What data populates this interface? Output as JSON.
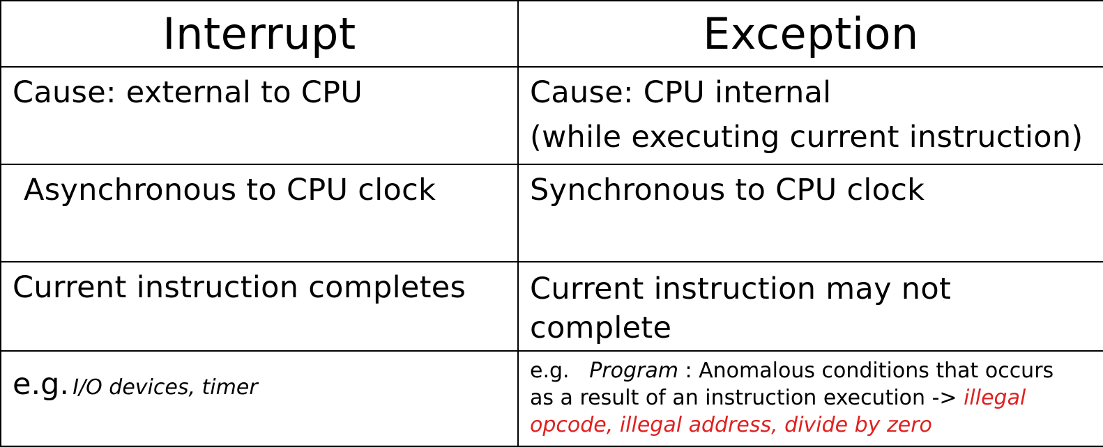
{
  "table": {
    "headers": {
      "interrupt": "Interrupt",
      "exception": "Exception"
    },
    "cause": {
      "interrupt": "Cause:  external  to CPU",
      "exception_line1": "Cause:  CPU internal",
      "exception_line2": "(while executing current instruction)"
    },
    "clock": {
      "interrupt": "Asynchronous to CPU clock",
      "exception": "Synchronous to CPU clock"
    },
    "completion": {
      "interrupt": "Current instruction completes",
      "exception_line1": "Current instruction may not",
      "exception_line2": "complete"
    },
    "examples": {
      "interrupt_prefix": "e.g.",
      "interrupt_items": "I/O devices,  timer",
      "exception_prefix": "e.g.",
      "exception_program": "Program",
      "exception_colon": " :",
      "exception_text1": " Anomalous conditions that occurs",
      "exception_text2": "as a result of an instruction execution -> ",
      "exception_red1": "illegal",
      "exception_red2": "opcode, illegal   address, divide by zero"
    },
    "colors": {
      "border": "#000000",
      "highlight": "#e02020"
    }
  }
}
